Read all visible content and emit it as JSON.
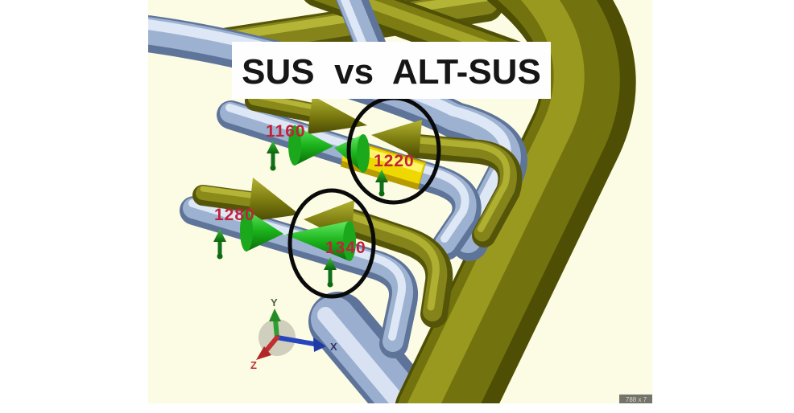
{
  "app": {
    "description": "3D piping model viewport comparing sustained load cases",
    "title_banner": {
      "text": "SUS  vs  ALT-SUS"
    }
  },
  "nodes": [
    {
      "label": "1160"
    },
    {
      "label": "1220"
    },
    {
      "label": "1280"
    },
    {
      "label": "1340"
    }
  ],
  "annotations": {
    "ellipse_count": 2,
    "circled_nodes": [
      "1220",
      "1340"
    ]
  },
  "axis_triad": {
    "x": "X",
    "y": "Y",
    "z": "Z"
  },
  "watermark": {
    "text": "788 x 7"
  },
  "colors": {
    "page_background": "#FFFFFF",
    "viewport_background": "#FCFBE3",
    "pipe_blue_mid": "#9DB2D1",
    "pipe_blue_highlight": "#DDE7F5",
    "pipe_blue_shadow": "#5F7499",
    "pipe_olive_mid": "#7A7A12",
    "pipe_olive_highlight": "#A9A92C",
    "pipe_olive_shadow": "#4E4E04",
    "highlight_segment_yellow": "#EED800",
    "restraint_cone_green": "#22C51F",
    "support_arrow_green": "#188A18",
    "node_label_red": "#C1223B",
    "annotation_black": "#0A0A0A",
    "axis_x_blue": "#2746BE",
    "axis_y_green": "#2FA02F",
    "axis_z_red": "#C03030"
  }
}
